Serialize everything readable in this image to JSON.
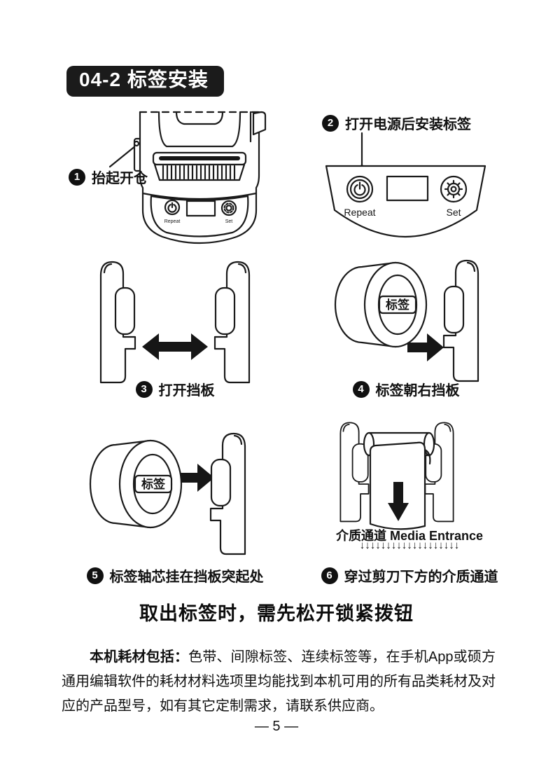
{
  "page": {
    "title": "04-2 标签安装",
    "page_number": "— 5 —"
  },
  "steps": {
    "s1": {
      "num": "1",
      "label": "抬起开仓"
    },
    "s2": {
      "num": "2",
      "label": "打开电源后安装标签"
    },
    "s3": {
      "num": "3",
      "label": "打开挡板"
    },
    "s4": {
      "num": "4",
      "label": "标签朝右挡板"
    },
    "s5": {
      "num": "5",
      "label": "标签轴芯挂在挡板突起处"
    },
    "s6": {
      "num": "6",
      "label": "穿过剪刀下方的介质通道"
    }
  },
  "figures": {
    "printer": {
      "power_label": "Repeat",
      "set_label": "Set"
    },
    "panel": {
      "power_label": "Repeat",
      "set_label": "Set"
    },
    "roll_label": "标签",
    "media_entrance": "介质通道 Media Entrance",
    "media_arrows": "↓↓↓↓↓↓↓↓↓↓↓↓↓↓↓↓↓↓↓"
  },
  "notice": {
    "heading": "取出标签时，需先松开锁紧拨钮",
    "lead": "本机耗材包括：",
    "body": "色带、间隙标签、连续标签等，在手机App或硕方通用编辑软件的耗材材料选项里均能找到本机可用的所有品类耗材及对应的产品型号，如有其它定制需求，请联系供应商。"
  },
  "icons": {
    "power": "⏻",
    "gear": "⚙",
    "arrow_double": "⬌",
    "arrow_right": "➡",
    "arrow_down": "⬇"
  }
}
